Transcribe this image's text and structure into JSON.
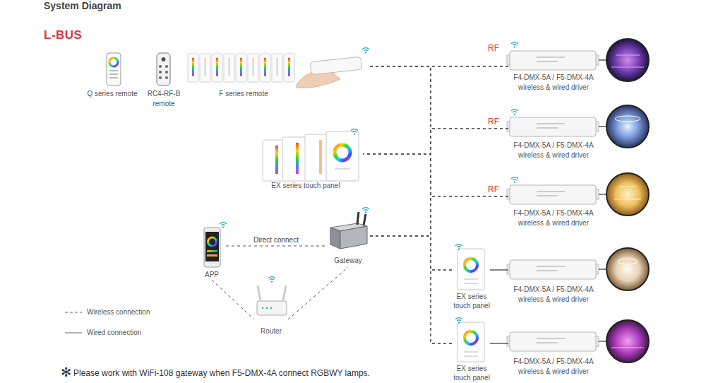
{
  "diagram": {
    "title": "System Diagram",
    "caption": "Please work with WiFi-108 gateway when F5-DMX-4A connect RGBWY lamps.",
    "nodes": [
      {
        "text": [
          "Q series remote"
        ]
      },
      {
        "text": [
          "RC4-RF-B remote"
        ]
      },
      {
        "text": [
          "F series remote"
        ]
      },
      {
        "text": [
          "EX series touch panel"
        ]
      },
      {
        "text": [
          "APP"
        ]
      },
      {
        "text": [
          "Gateway"
        ]
      },
      {
        "text": [
          "Router"
        ]
      },
      {
        "text": [
          "F4-DMX-5A / F5-DMX-4A wireless & wired driver"
        ]
      },
      {
        "text": [
          "F4-DMX-5A / F5-DMX-4A wireless & wired driver"
        ]
      },
      {
        "text": [
          "F4-DMX-5A / F5-DMX-4A wireless & wired driver"
        ]
      },
      {
        "text": [
          "EX series touch panel"
        ]
      },
      {
        "text": [
          "F4-DMX-5A / F5-DMX-4A wireless & wired driver"
        ]
      },
      {
        "text": [
          "EX series touch panel"
        ]
      },
      {
        "text": [
          "F4-DMX-5A / F5-DMX-4A wireless & wired driver"
        ]
      }
    ],
    "edges": [
      {
        "from": 2,
        "to": 7,
        "arrow": "none"
      },
      {
        "from": 2,
        "to": 8,
        "arrow": "none"
      },
      {
        "from": 2,
        "to": 9,
        "arrow": "none"
      },
      {
        "from": 2,
        "to": 10,
        "arrow": "none"
      },
      {
        "from": 2,
        "to": 12,
        "arrow": "none"
      },
      {
        "from": 3,
        "to": 7,
        "arrow": "none"
      },
      {
        "from": 3,
        "to": 8,
        "arrow": "none"
      },
      {
        "from": 3,
        "to": 9,
        "arrow": "none"
      },
      {
        "from": 3,
        "to": 10,
        "arrow": "none"
      },
      {
        "from": 3,
        "to": 12,
        "arrow": "none"
      },
      {
        "from": 5,
        "to": 7,
        "arrow": "none"
      },
      {
        "from": 5,
        "to": 8,
        "arrow": "none"
      },
      {
        "from": 5,
        "to": 9,
        "arrow": "none"
      },
      {
        "from": 5,
        "to": 10,
        "arrow": "none"
      },
      {
        "from": 5,
        "to": 12,
        "arrow": "none"
      },
      {
        "from": 10,
        "to": 11,
        "arrow": "none"
      },
      {
        "from": 12,
        "to": 13,
        "arrow": "none"
      },
      {
        "from": 4,
        "to": 5,
        "label": "Direct connect",
        "arrow": "none"
      },
      {
        "from": 4,
        "to": 6,
        "arrow": "none"
      },
      {
        "from": 6,
        "to": 5,
        "arrow": "none"
      }
    ],
    "labels": [
      "L-BUS",
      "RF",
      "RF",
      "RF",
      "✻"
    ],
    "legend": [
      {
        "text": "Wireless connection"
      },
      {
        "text": "Wired connection"
      }
    ]
  }
}
